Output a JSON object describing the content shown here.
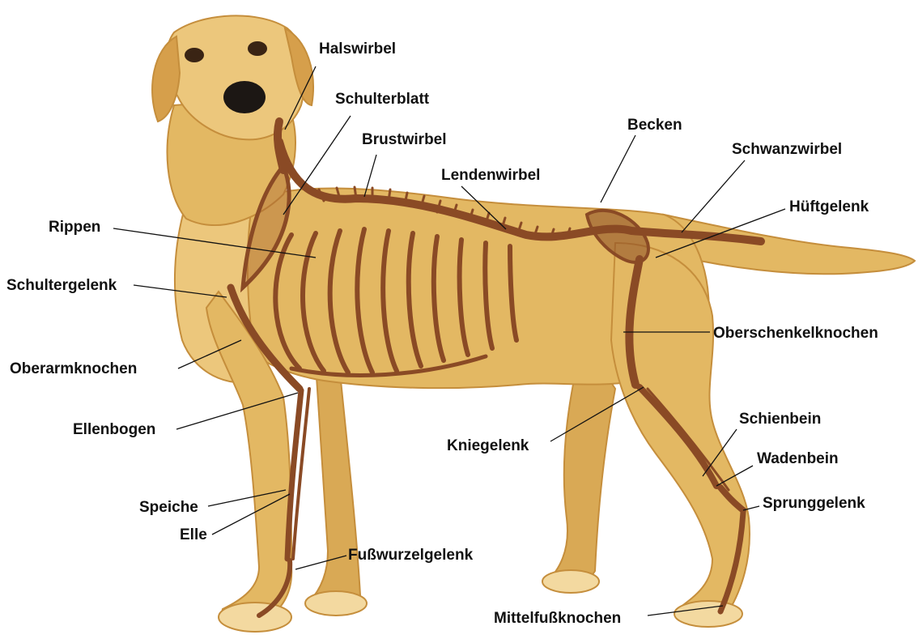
{
  "colors": {
    "fur": "#e3b863",
    "fur_dark": "#c58e3c",
    "fur_light": "#f3d9a0",
    "bone": "#8a4a25",
    "bone_dark": "#5e2e16",
    "nose": "#1c1714",
    "leader": "#111111",
    "label": "#111111"
  },
  "labels": {
    "halswirbel": "Halswirbel",
    "schulterblatt": "Schulterblatt",
    "brustwirbel": "Brustwirbel",
    "becken": "Becken",
    "schwanzwirbel": "Schwanzwirbel",
    "lendenwirbel": "Lendenwirbel",
    "hueftgelenk": "Hüftgelenk",
    "rippen": "Rippen",
    "schultergelenk": "Schultergelenk",
    "oberschenkelknochen": "Oberschenkelknochen",
    "oberarmknochen": "Oberarmknochen",
    "ellenbogen": "Ellenbogen",
    "schienbein": "Schienbein",
    "kniegelenk": "Kniegelenk",
    "wadenbein": "Wadenbein",
    "speiche": "Speiche",
    "sprunggelenk": "Sprunggelenk",
    "elle": "Elle",
    "fusswurzelgelenk": "Fußwurzelgelenk",
    "mittelfussknochen": "Mittelfußknochen"
  }
}
